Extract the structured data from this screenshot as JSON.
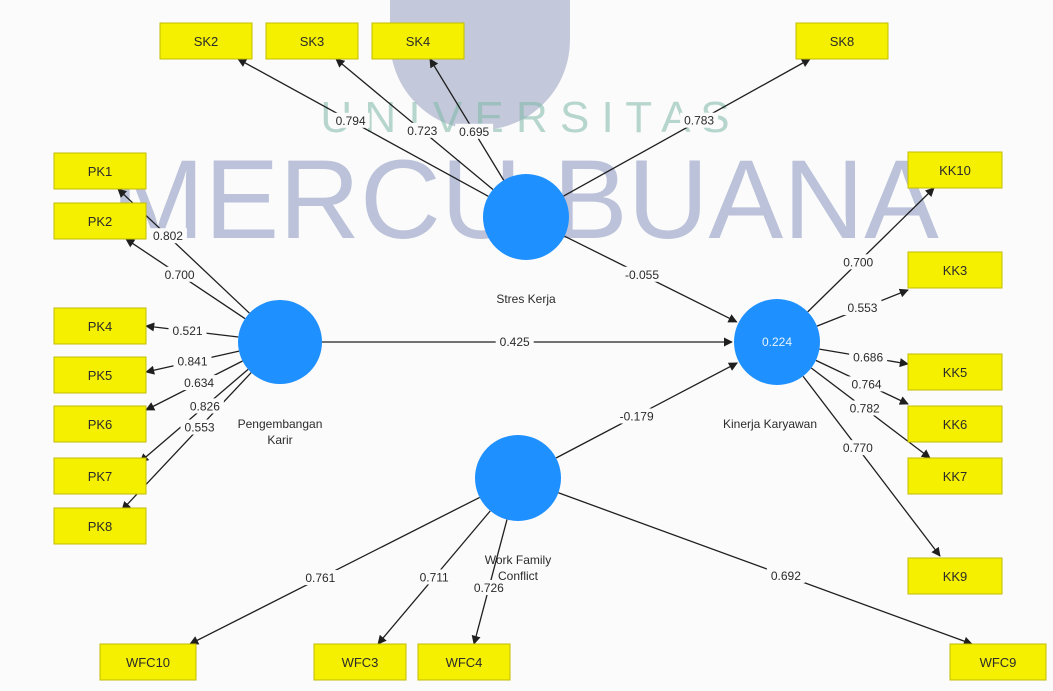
{
  "watermark": {
    "line1": "U N I V E R S I T A S",
    "line2": "MERCU BUANA"
  },
  "latents": [
    {
      "id": "stres",
      "name": "Stres Kerja",
      "r2": ""
    },
    {
      "id": "karir",
      "name": "Pengembangan Karir",
      "r2": ""
    },
    {
      "id": "kinerja",
      "name": "Kinerja Karyawan",
      "r2": "0.224"
    },
    {
      "id": "wfc",
      "name": "Work Family Conflict",
      "r2": ""
    }
  ],
  "indicators": [
    {
      "id": "SK2",
      "label": "SK2",
      "latent": "stres",
      "loading": "0.794"
    },
    {
      "id": "SK3",
      "label": "SK3",
      "latent": "stres",
      "loading": "0.723"
    },
    {
      "id": "SK4",
      "label": "SK4",
      "latent": "stres",
      "loading": "0.695"
    },
    {
      "id": "SK8",
      "label": "SK8",
      "latent": "stres",
      "loading": "0.783"
    },
    {
      "id": "PK1",
      "label": "PK1",
      "latent": "karir",
      "loading": "0.802"
    },
    {
      "id": "PK2",
      "label": "PK2",
      "latent": "karir",
      "loading": "0.700"
    },
    {
      "id": "PK4",
      "label": "PK4",
      "latent": "karir",
      "loading": "0.521"
    },
    {
      "id": "PK5",
      "label": "PK5",
      "latent": "karir",
      "loading": "0.841"
    },
    {
      "id": "PK6",
      "label": "PK6",
      "latent": "karir",
      "loading": "0.634"
    },
    {
      "id": "PK7",
      "label": "PK7",
      "latent": "karir",
      "loading": "0.826"
    },
    {
      "id": "PK8",
      "label": "PK8",
      "latent": "karir",
      "loading": "0.553"
    },
    {
      "id": "KK10",
      "label": "KK10",
      "latent": "kinerja",
      "loading": "0.700"
    },
    {
      "id": "KK3",
      "label": "KK3",
      "latent": "kinerja",
      "loading": "0.553"
    },
    {
      "id": "KK5",
      "label": "KK5",
      "latent": "kinerja",
      "loading": "0.686"
    },
    {
      "id": "KK6",
      "label": "KK6",
      "latent": "kinerja",
      "loading": "0.764"
    },
    {
      "id": "KK7",
      "label": "KK7",
      "latent": "kinerja",
      "loading": "0.782"
    },
    {
      "id": "KK9",
      "label": "KK9",
      "latent": "kinerja",
      "loading": "0.770"
    },
    {
      "id": "WFC10",
      "label": "WFC10",
      "latent": "wfc",
      "loading": "0.761"
    },
    {
      "id": "WFC3",
      "label": "WFC3",
      "latent": "wfc",
      "loading": "0.711"
    },
    {
      "id": "WFC4",
      "label": "WFC4",
      "latent": "wfc",
      "loading": "0.726"
    },
    {
      "id": "WFC9",
      "label": "WFC9",
      "latent": "wfc",
      "loading": "0.692"
    }
  ],
  "paths": [
    {
      "from": "stres",
      "to": "kinerja",
      "coef": "-0.055"
    },
    {
      "from": "karir",
      "to": "kinerja",
      "coef": "0.425"
    },
    {
      "from": "wfc",
      "to": "kinerja",
      "coef": "-0.179"
    }
  ]
}
